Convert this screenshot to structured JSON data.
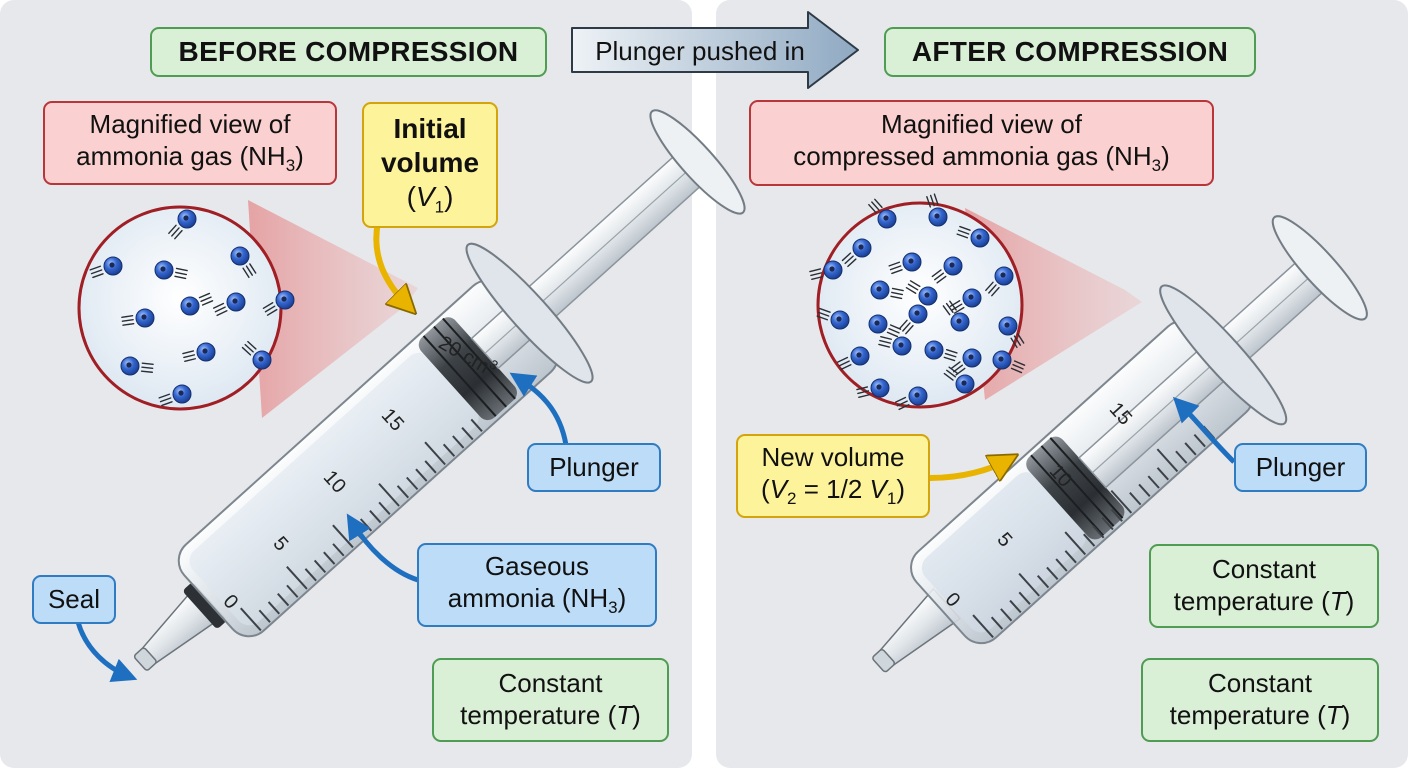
{
  "panels": {
    "before": {
      "title": "BEFORE COMPRESSION",
      "magnified": {
        "line1": "Magnified view of",
        "line2_prefix": "ammonia gas (NH",
        "subscript": "3",
        "line2_suffix": ")"
      },
      "initial_volume": {
        "line1": "Initial",
        "line2": "volume",
        "var": "V",
        "sub": "1"
      },
      "plunger": "Plunger",
      "gas": {
        "line1": "Gaseous",
        "line2_prefix": "ammonia (NH",
        "subscript": "3",
        "line2_suffix": ")"
      },
      "seal": "Seal",
      "temperature": {
        "line1": "Constant",
        "line2_prefix": "temperature (",
        "var": "T",
        "line2_suffix": ")"
      },
      "scale_marks": [
        "0",
        "5",
        "10",
        "15"
      ],
      "scale_top": "20 cm",
      "scale_top_sup": "3"
    },
    "after": {
      "title": "AFTER COMPRESSION",
      "magnified": {
        "line1": "Magnified view of",
        "line2_prefix": "compressed ammonia gas (NH",
        "subscript": "3",
        "line2_suffix": ")"
      },
      "new_volume": {
        "line1": "New volume",
        "var1": "V",
        "sub1": "2",
        "eq": " = 1/2 ",
        "var2": "V",
        "sub2": "1"
      },
      "plunger": "Plunger",
      "temperature": {
        "line1": "Constant",
        "line2_prefix": "temperature (",
        "var": "T",
        "line2_suffix": ")"
      },
      "scale_marks": [
        "0",
        "5",
        "10",
        "15"
      ]
    }
  },
  "arrow_label": "Plunger pushed in",
  "colors": {
    "panel_bg": "#e6e8eb",
    "green_fill": "#d9efd6",
    "red_fill": "#fbd0d0",
    "yellow_fill": "#fdf39a",
    "blue_fill": "#bcdcf7",
    "molecule": "#2f5fc4"
  }
}
